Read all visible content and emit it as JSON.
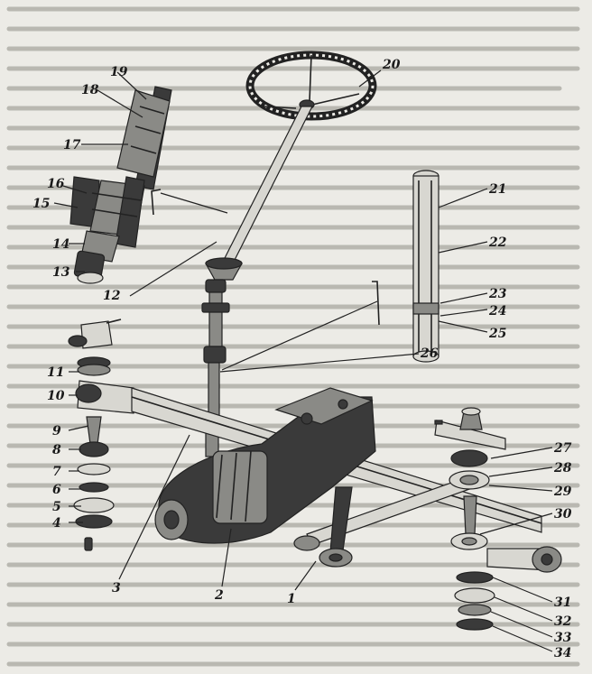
{
  "figure": {
    "kind": "exploded steering assembly drawing",
    "background_color": "#ecebe6",
    "ink_color": "#222222"
  },
  "callouts": {
    "c1": "1",
    "c2": "2",
    "c3": "3",
    "c4": "4",
    "c5": "5",
    "c6": "6",
    "c7": "7",
    "c8": "8",
    "c9": "9",
    "c10": "10",
    "c11": "11",
    "c12": "12",
    "c13": "13",
    "c14": "14",
    "c15": "15",
    "c16": "16",
    "c17": "17",
    "c18": "18",
    "c19": "19",
    "c20": "20",
    "c21": "21",
    "c22": "22",
    "c23": "23",
    "c24": "24",
    "c25": "25",
    "c26": "26",
    "c27": "27",
    "c28": "28",
    "c29": "29",
    "c30": "30",
    "c31": "31",
    "c32": "32",
    "c33": "33",
    "c34": "34"
  }
}
